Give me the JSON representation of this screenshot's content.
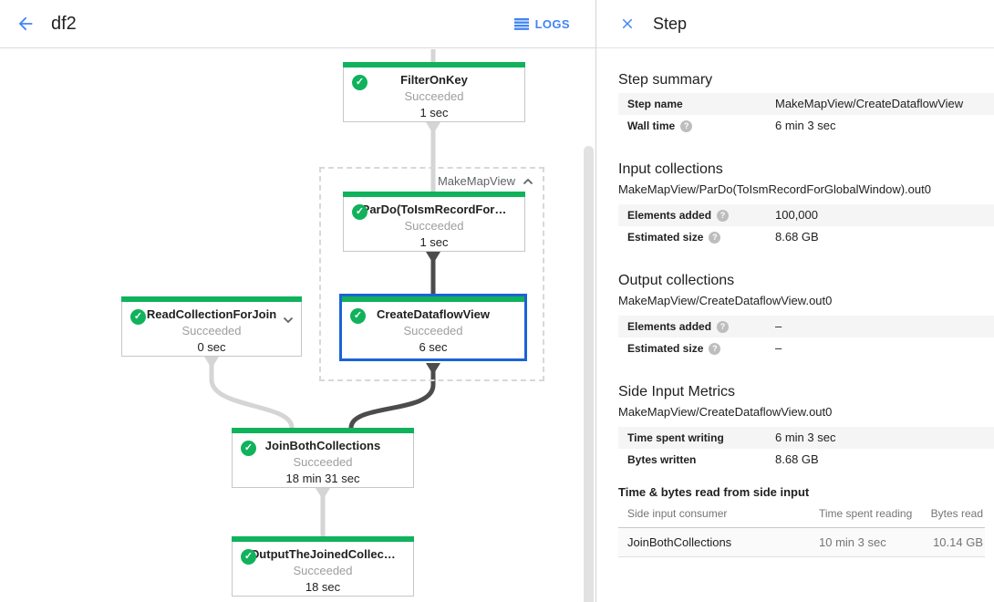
{
  "header": {
    "title": "df2",
    "logs_label": "LOGS"
  },
  "panel": {
    "title": "Step",
    "sections": {
      "step_summary": {
        "heading": "Step summary",
        "rows": [
          {
            "label": "Step name",
            "value": "MakeMapView/CreateDataflowView",
            "help": false
          },
          {
            "label": "Wall time",
            "value": "6 min 3 sec",
            "help": true
          }
        ]
      },
      "input_collections": {
        "heading": "Input collections",
        "subtitle": "MakeMapView/ParDo(ToIsmRecordForGlobalWindow).out0",
        "rows": [
          {
            "label": "Elements added",
            "value": "100,000",
            "help": true
          },
          {
            "label": "Estimated size",
            "value": "8.68 GB",
            "help": true
          }
        ]
      },
      "output_collections": {
        "heading": "Output collections",
        "subtitle": "MakeMapView/CreateDataflowView.out0",
        "rows": [
          {
            "label": "Elements added",
            "value": "–",
            "help": true
          },
          {
            "label": "Estimated size",
            "value": "–",
            "help": true
          }
        ]
      },
      "side_input_metrics": {
        "heading": "Side Input Metrics",
        "subtitle": "MakeMapView/CreateDataflowView.out0",
        "rows": [
          {
            "label": "Time spent writing",
            "value": "6 min 3 sec",
            "help": false
          },
          {
            "label": "Bytes written",
            "value": "8.68 GB",
            "help": false
          }
        ],
        "table": {
          "title": "Time & bytes read from side input",
          "columns": [
            "Side input consumer",
            "Time spent reading",
            "Bytes read"
          ],
          "rows": [
            [
              "JoinBothCollections",
              "10 min 3 sec",
              "10.14 GB"
            ]
          ]
        }
      }
    }
  },
  "graph": {
    "group_label": "MakeMapView",
    "nodes": [
      {
        "title": "FilterOnKey",
        "status": "Succeeded",
        "time": "1 sec"
      },
      {
        "title": "ParDo(ToIsmRecordFor…",
        "status": "Succeeded",
        "time": "1 sec"
      },
      {
        "title": "CreateDataflowView",
        "status": "Succeeded",
        "time": "6 sec",
        "selected": true
      },
      {
        "title": "ReadCollectionForJoin",
        "status": "Succeeded",
        "time": "0 sec"
      },
      {
        "title": "JoinBothCollections",
        "status": "Succeeded",
        "time": "18 min 31 sec"
      },
      {
        "title": "OutputTheJoinedCollec…",
        "status": "Succeeded",
        "time": "18 sec"
      }
    ],
    "check_glyph": "✓",
    "help_glyph": "?"
  },
  "colors": {
    "accent_blue": "#4285f4",
    "selection_blue": "#1b63d6",
    "success_green": "#10b25c",
    "status_gray": "#9e9e9e"
  }
}
